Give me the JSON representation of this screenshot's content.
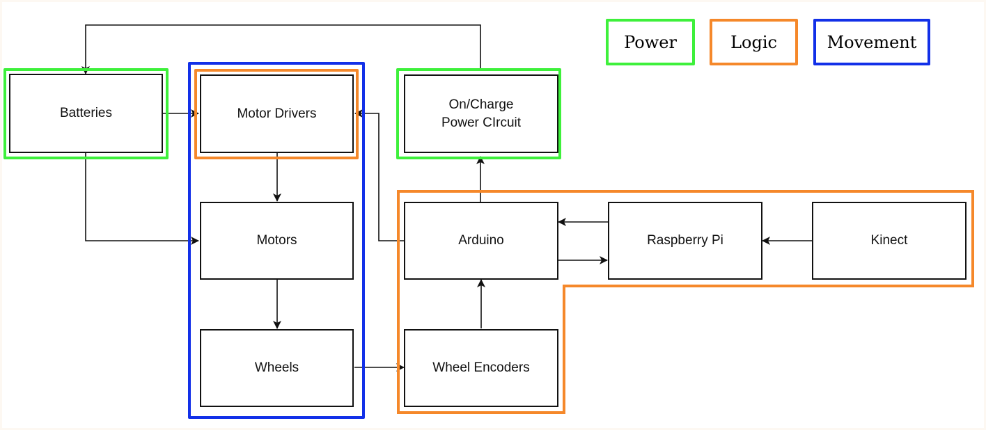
{
  "colors": {
    "power": "#3ef03b",
    "logic": "#f5882a",
    "movement": "#1230e8",
    "line": "#111111"
  },
  "legend": {
    "power": "Power",
    "logic": "Logic",
    "movement": "Movement"
  },
  "nodes": {
    "batteries": "Batteries",
    "motor_drivers": "Motor Drivers",
    "on_charge": "On/Charge\nPower CIrcuit",
    "motors": "Motors",
    "arduino": "Arduino",
    "raspberry_pi": "Raspberry Pi",
    "kinect": "Kinect",
    "wheels": "Wheels",
    "wheel_encoders": "Wheel Encoders"
  }
}
